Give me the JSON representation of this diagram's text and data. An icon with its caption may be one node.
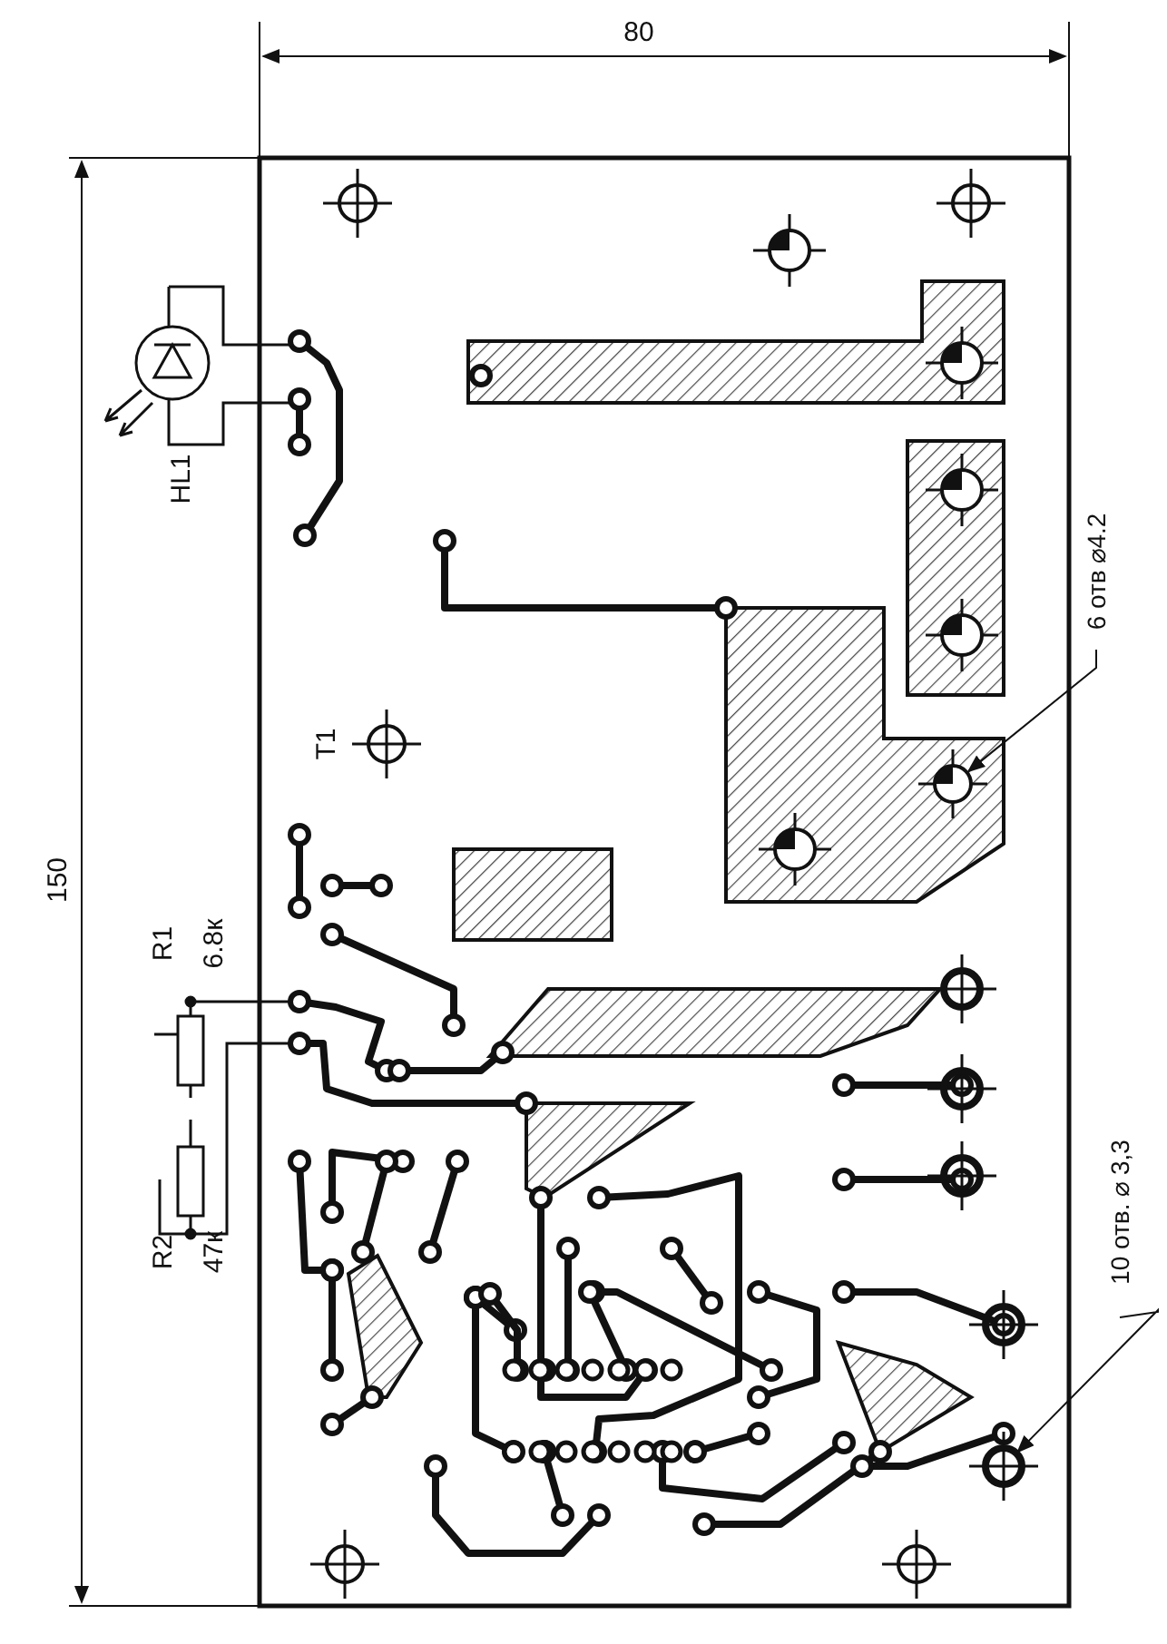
{
  "diagram": {
    "nodes": [
      {
        "text": [
          "6 отв ⌀4.2"
        ]
      },
      {
        "text": [],
        "shape": "circle"
      },
      {
        "text": [
          "10 отв. ⌀ 3,3"
        ]
      },
      {
        "text": [],
        "shape": "circle"
      }
    ],
    "edges": [
      {
        "from": 0,
        "to": 1,
        "arrow": "to"
      },
      {
        "from": 2,
        "to": 3,
        "arrow": "to"
      }
    ],
    "labels": [
      "80",
      "150",
      "HL1",
      "T1",
      "R1",
      "6.8к",
      "R2",
      "47к"
    ]
  }
}
